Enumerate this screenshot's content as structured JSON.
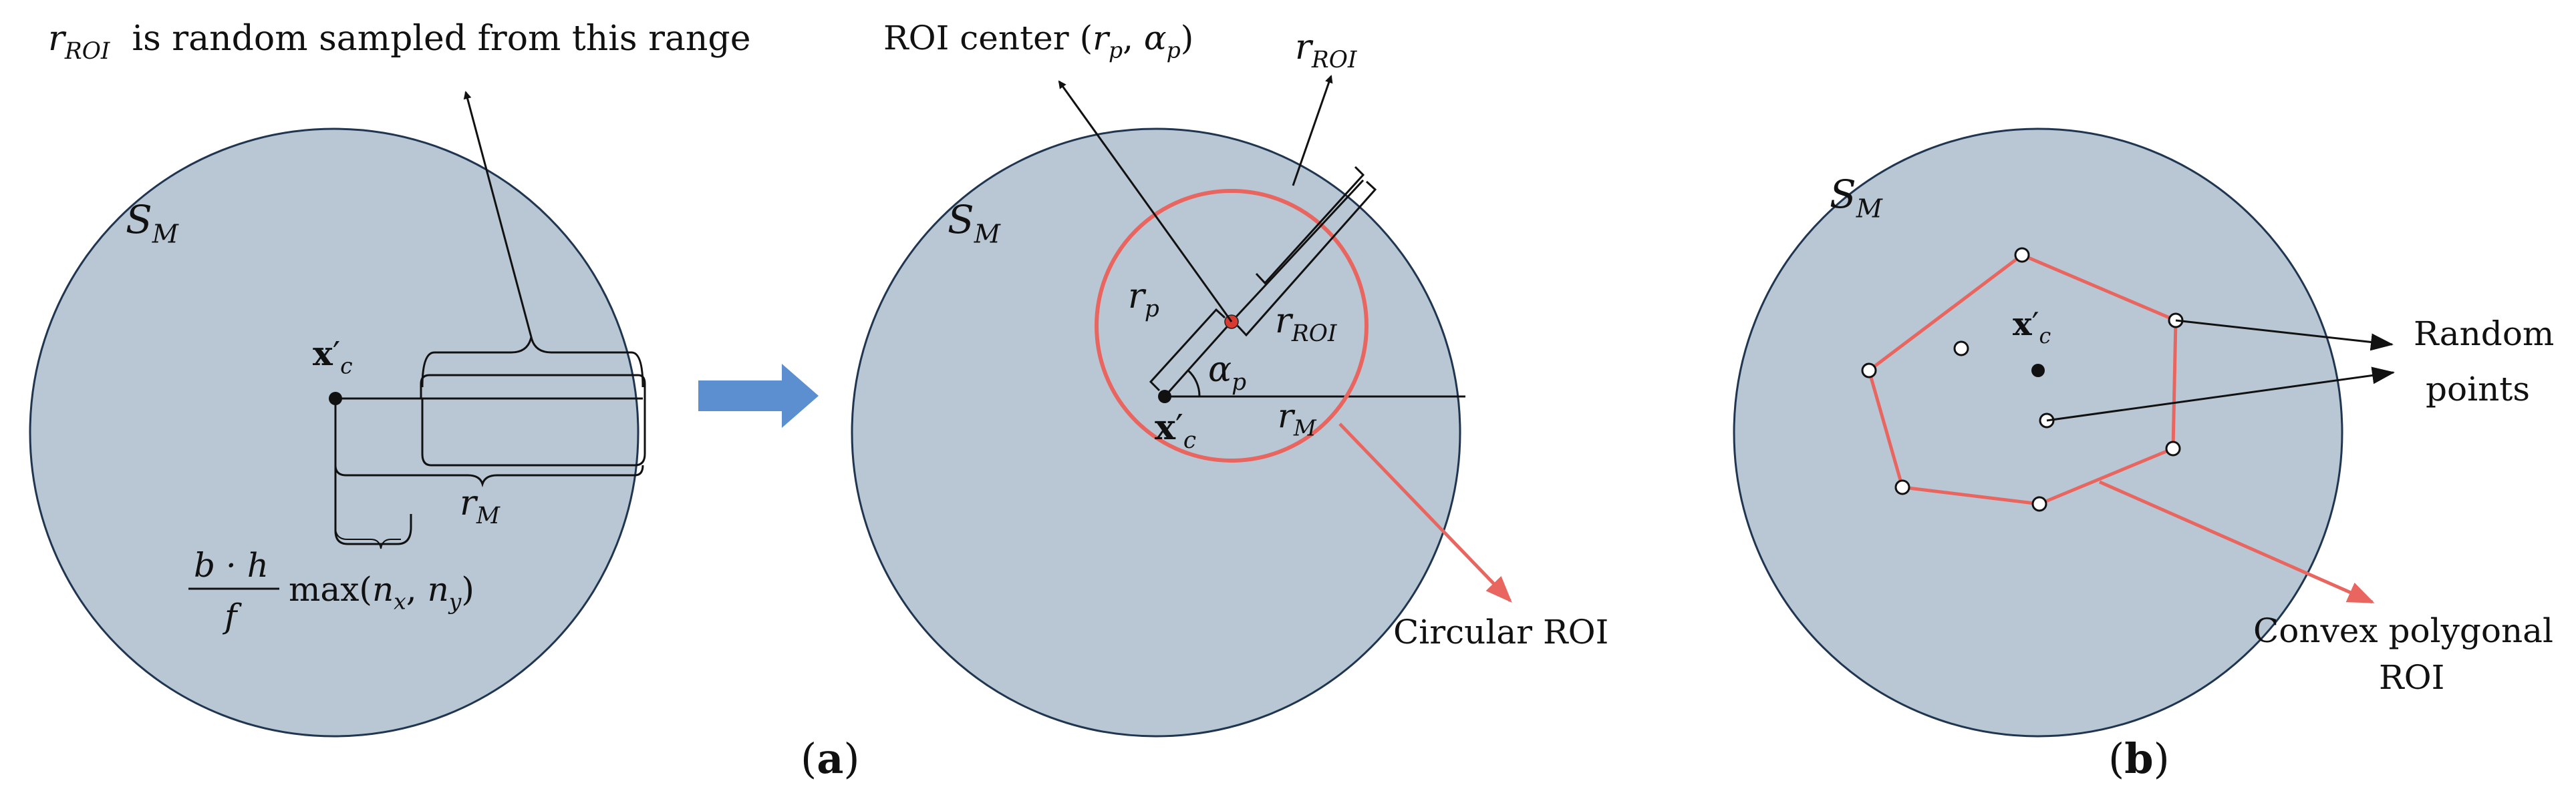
{
  "colors": {
    "disk_fill": "#b8c7d3",
    "disk_stroke": "#1f3550",
    "roi_red": "#e8665f",
    "arrow_blue": "#5b8fd0",
    "ink": "#111111"
  },
  "panel_a_left": {
    "top_annotation_symbol": "r",
    "top_annotation_sub": "ROI",
    "top_annotation_text": "is random sampled from this range",
    "disk_label": "S",
    "disk_label_sub": "M",
    "center_label": "x",
    "center_label_sub": "c",
    "center_label_prime": "′",
    "radius_label": "r",
    "radius_label_sub": "M",
    "formula_numerator": "b · h",
    "formula_denominator": "f",
    "formula_max": "max",
    "formula_args_open": "(",
    "formula_nx": "n",
    "formula_nx_sub": "x",
    "formula_sep": ", ",
    "formula_ny": "n",
    "formula_ny_sub": "y",
    "formula_args_close": ")"
  },
  "panel_a_right": {
    "roi_center_text": "ROI center ",
    "roi_center_open": "(",
    "roi_center_rp": "r",
    "roi_center_rp_sub": "p",
    "roi_center_sep": ", ",
    "roi_center_alpha": "α",
    "roi_center_alpha_sub": "p",
    "roi_center_close": ")",
    "rroi_top_symbol": "r",
    "rroi_top_sub": "ROI",
    "disk_label": "S",
    "disk_label_sub": "M",
    "rp_symbol": "r",
    "rp_sub": "p",
    "rroi_mid_symbol": "r",
    "rroi_mid_sub": "ROI",
    "alpha_symbol": "α",
    "alpha_sub": "p",
    "center_label": "x",
    "center_label_sub": "c",
    "center_label_prime": "′",
    "rm_symbol": "r",
    "rm_sub": "M",
    "roi_type_label": "Circular ROI"
  },
  "panel_b": {
    "disk_label": "S",
    "disk_label_sub": "M",
    "center_label": "x",
    "center_label_sub": "c",
    "center_label_prime": "′",
    "random_points_line1": "Random",
    "random_points_line2": "points",
    "roi_type_line1": "Convex polygonal",
    "roi_type_line2": "ROI"
  },
  "labels": {
    "panel_a": "a",
    "panel_b": "b",
    "open_paren": "(",
    "close_paren": ")"
  }
}
